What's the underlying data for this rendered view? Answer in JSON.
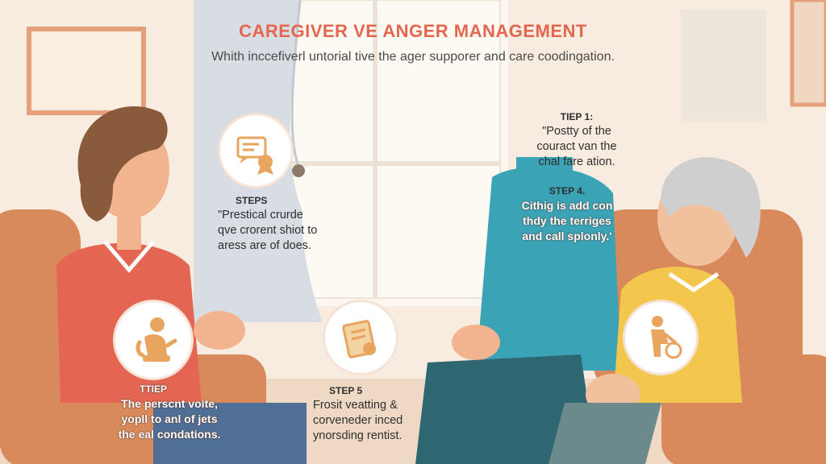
{
  "header": {
    "title": "CAREGIVER VE ANGER MANAGEMENT",
    "subtitle": "Whith inccefiverl untorial tive the ager supporer and care coodingation."
  },
  "steps": {
    "top_left": {
      "heading": "STEPS",
      "text": "\"Prestical crurde\nqve crorent shiot to\naress are of does."
    },
    "top_right": {
      "heading": "TIEP 1:",
      "text": "\"Postty of the\ncouract van the\nchal fare ation."
    },
    "mid_right": {
      "heading": "STEP 4.",
      "text": "Cithig is add con\nthdy the terriges\nand call splonly.'"
    },
    "bottom_left": {
      "heading": "TTIEP",
      "text": "The perscnt voite,\nyopll to anl of jets\nthe eal condations."
    },
    "bottom_center": {
      "heading": "STEP 5",
      "text": "Frosit veatting &\ncorveneder inced\nynorsding rentist."
    }
  },
  "icons": {
    "top_left": "certificate-chat-icon",
    "bottom_left": "child-care-icon",
    "bottom_center": "document-icon",
    "bottom_right": "elder-walker-icon"
  },
  "colors": {
    "accent": "#e4664f",
    "background": "#f7ecdf",
    "sofa": "#d98a5c",
    "woman_shirt": "#e46552",
    "man_sweater": "#3aa3b6",
    "elder_shirt": "#f3c64d",
    "icon_orange": "#e9a45f"
  }
}
